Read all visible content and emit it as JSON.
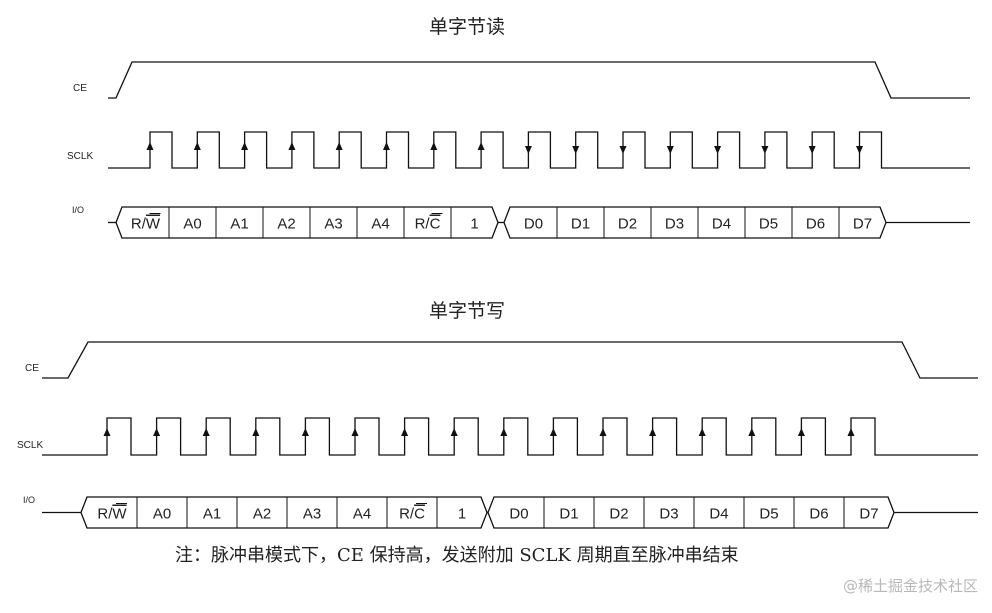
{
  "diagrams": [
    {
      "title": "单字节读",
      "signals": {
        "ce": "CE",
        "sclk": "SCLK",
        "io": "I/O"
      },
      "cells_addr": [
        {
          "main": "R/",
          "over": "W"
        },
        {
          "main": "A0"
        },
        {
          "main": "A1"
        },
        {
          "main": "A2"
        },
        {
          "main": "A3"
        },
        {
          "main": "A4"
        },
        {
          "main": "R/",
          "over": "C"
        },
        {
          "main": "1"
        }
      ],
      "cells_data": [
        "D0",
        "D1",
        "D2",
        "D3",
        "D4",
        "D5",
        "D6",
        "D7"
      ],
      "clock_edges": [
        "up",
        "up",
        "up",
        "up",
        "up",
        "up",
        "up",
        "up",
        "down",
        "down",
        "down",
        "down",
        "down",
        "down",
        "down",
        "down"
      ]
    },
    {
      "title": "单字节写",
      "signals": {
        "ce": "CE",
        "sclk": "SCLK",
        "io": "I/O"
      },
      "cells_addr": [
        {
          "main": "R/",
          "over": "W"
        },
        {
          "main": "A0"
        },
        {
          "main": "A1"
        },
        {
          "main": "A2"
        },
        {
          "main": "A3"
        },
        {
          "main": "A4"
        },
        {
          "main": "R/",
          "over": "C"
        },
        {
          "main": "1"
        }
      ],
      "cells_data": [
        "D0",
        "D1",
        "D2",
        "D3",
        "D4",
        "D5",
        "D6",
        "D7"
      ],
      "clock_edges": [
        "up",
        "up",
        "up",
        "up",
        "up",
        "up",
        "up",
        "up",
        "up",
        "up",
        "up",
        "up",
        "up",
        "up",
        "up",
        "up"
      ]
    }
  ],
  "note": "注：脉冲串模式下，CE 保持高，发送附加 SCLK 周期直至脉冲串结束",
  "watermark": "@稀土掘金技术社区",
  "colors": {
    "line": "#111111",
    "text": "#222222",
    "watermark": "#b8b8b8"
  }
}
